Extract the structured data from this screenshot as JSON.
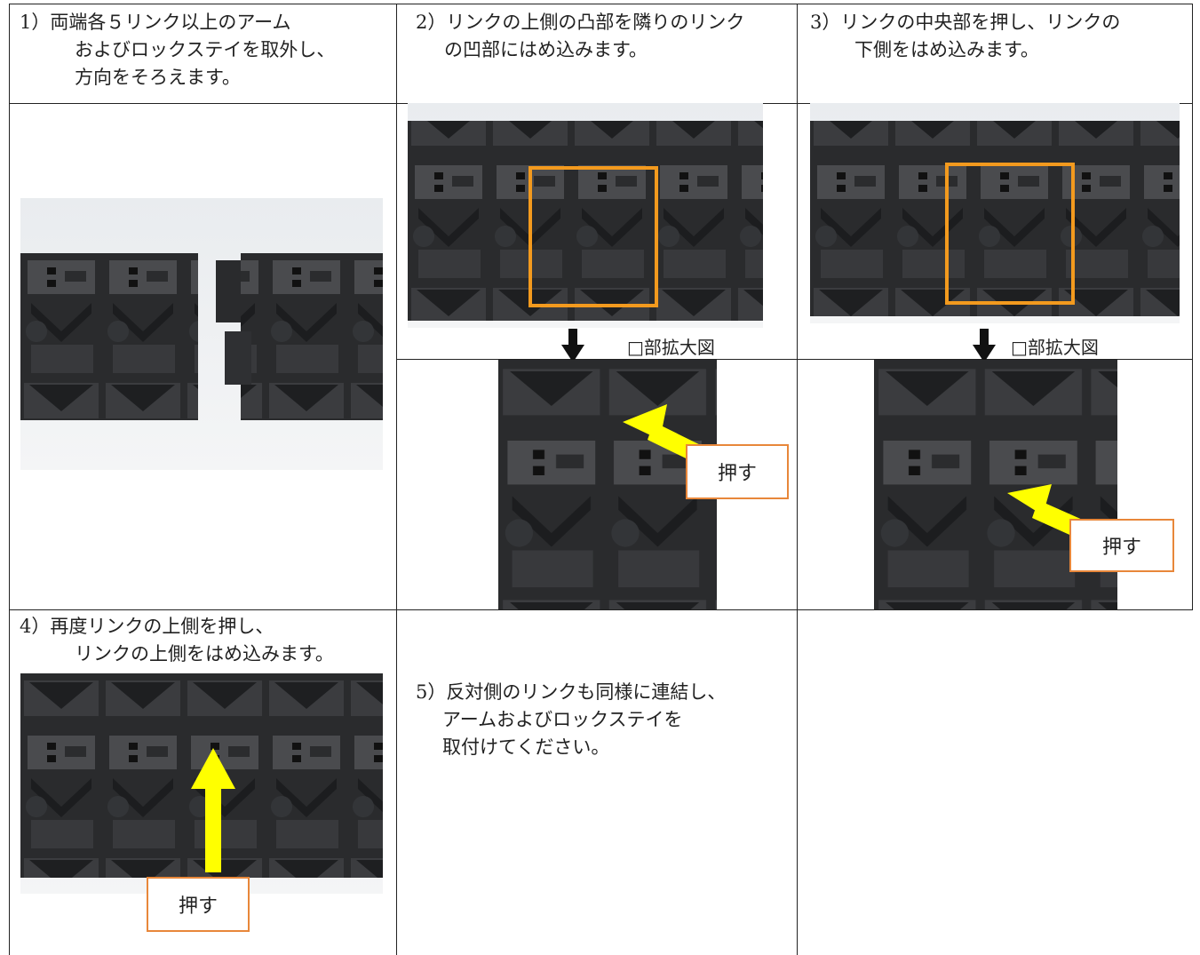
{
  "steps": {
    "s1": {
      "line1": "1）両端各５リンク以上のアーム",
      "line2": "およびロックステイを取外し、",
      "line3": "方向をそろえます。"
    },
    "s2": {
      "line1": "2）リンクの上側の凸部を隣りのリンク",
      "line2": "の凹部にはめ込みます。"
    },
    "s3": {
      "line1": "3）リンクの中央部を押し、リンクの",
      "line2": "下側をはめ込みます。"
    },
    "s4": {
      "line1": "4）再度リンクの上側を押し、",
      "line2": "リンクの上側をはめ込みます。"
    },
    "s5": {
      "line1": "5）反対側のリンクも同様に連結し、",
      "line2": "アームおよびロックステイを",
      "line3": "取付けてください。"
    }
  },
  "labels": {
    "enlarge_2": "□部拡大図",
    "enlarge_3": "□部拡大図",
    "push_2": "押す",
    "push_3": "押す",
    "push_4": "押す"
  },
  "colors": {
    "highlight": "#f39a1e",
    "arrow": "#ffff00",
    "tag_border": "#e8873a"
  }
}
